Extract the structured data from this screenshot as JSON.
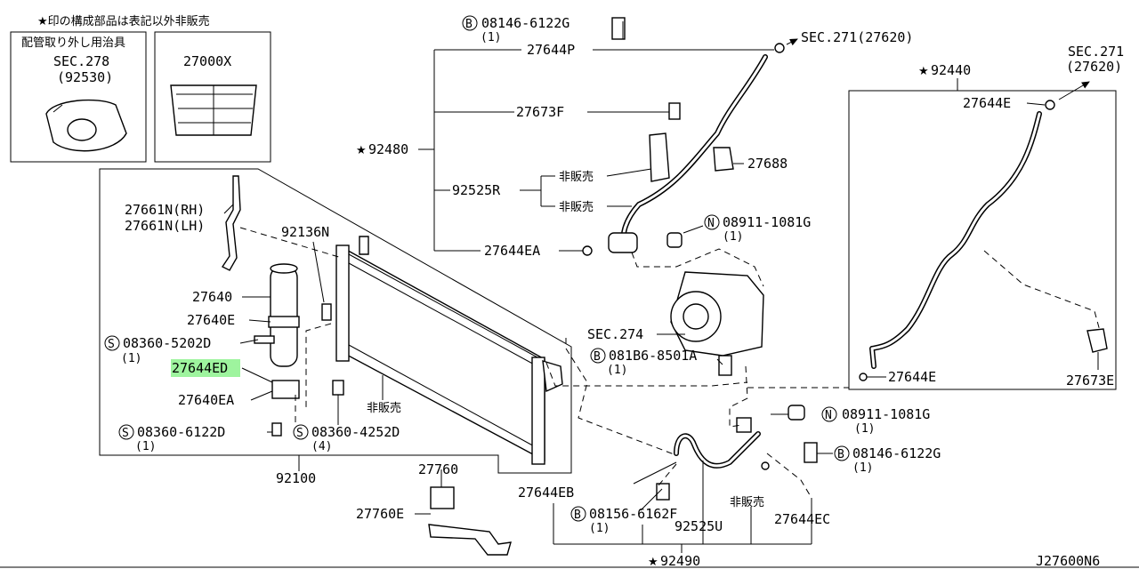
{
  "note": "★印の構成部品は表記以外非販売",
  "tool_box": {
    "title": "配管取り外し用治具",
    "ref": "SEC.278",
    "ref_sub": "(92530)"
  },
  "part_box": {
    "code": "27000X"
  },
  "labels": {
    "b08146_top": "08146-6122G",
    "b08146_top_qty": "(1)",
    "p27644P": "27644P",
    "sec271_a": "SEC.271(27620)",
    "p27673F": "27673F",
    "p92480": "92480",
    "hanbai_1": "非販売",
    "p27688": "27688",
    "p92525R": "92525R",
    "hanbai_2": "非販売",
    "p27644EA": "27644EA",
    "n08911_top": "08911-1081G",
    "n08911_top_qty": "(1)",
    "p27661N_rh": "27661N(RH)",
    "p27661N_lh": "27661N(LH)",
    "p92136N": "92136N",
    "p27640": "27640",
    "p27640E": "27640E",
    "s08360_5202D": "08360-5202D",
    "s08360_5202D_qty": "(1)",
    "p27644ED": "27644ED",
    "p27640EA": "27640EA",
    "s08360_6122D": "08360-6122D",
    "s08360_6122D_qty": "(1)",
    "s08360_4252D": "08360-4252D",
    "s08360_4252D_qty": "(4)",
    "hanbai_3": "非販売",
    "p92100": "92100",
    "sec274": "SEC.274",
    "b081B6": "081B6-8501A",
    "b081B6_qty": "(1)",
    "p92440": "92440",
    "sec271_b": "SEC.271",
    "sec271_b_sub": "(27620)",
    "p27644E_top": "27644E",
    "p27644E_bot": "27644E",
    "p27673E": "27673E",
    "n08911_mid": "08911-1081G",
    "n08911_mid_qty": "(1)",
    "b08146_mid": "08146-6122G",
    "b08146_mid_qty": "(1)",
    "p27760": "27760",
    "p27760E": "27760E",
    "p27644EB": "27644EB",
    "b08156": "08156-6162F",
    "b08156_qty": "(1)",
    "hanbai_4": "非販売",
    "p92525U": "92525U",
    "p27644EC": "27644EC",
    "p92490": "92490",
    "drawing_no": "J27600N6"
  },
  "markers": {
    "star": "★",
    "bolt": "B",
    "screw": "S",
    "nut": "N"
  },
  "colors": {
    "highlight": "#7ef07e",
    "line": "#000000"
  }
}
